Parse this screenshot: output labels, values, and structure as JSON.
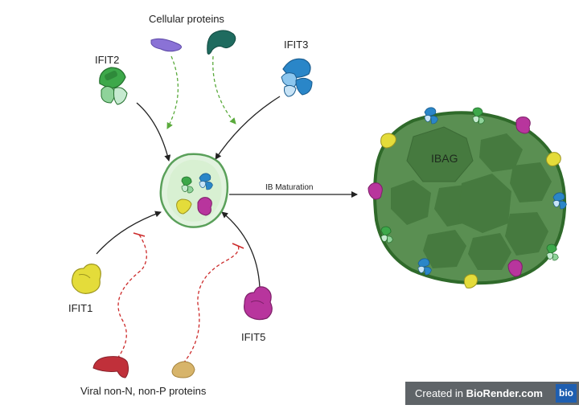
{
  "labels": {
    "cellular_proteins": "Cellular proteins",
    "ifit2": "IFIT2",
    "ifit3": "IFIT3",
    "ifit1": "IFIT1",
    "ifit5": "IFIT5",
    "viral_proteins": "Viral non-N, non-P proteins",
    "ib_maturation": "IB Maturation",
    "ibag": "IBAG"
  },
  "watermark": {
    "prefix": "Created in",
    "brand": "BioRender.com",
    "logo": "bio"
  },
  "colors": {
    "ifit1": "#e4dc3a",
    "ifit2": "#3da84a",
    "ifit3": "#2a86c8",
    "ifit5": "#b8359d",
    "viral_red": "#c0303a",
    "viral_tan": "#d7b46a",
    "cellular_purple": "#8a72d6",
    "cellular_teal": "#1f6b5f",
    "inclusion_body_fill": "#e2f3df",
    "ibag_fill": "#5a8f52",
    "ibag_inner": "#467a3f",
    "green_arrow": "#5aaa3c",
    "red_inhibition": "#cc2a2a"
  },
  "icons": [
    "cellular-protein-purple-icon",
    "cellular-protein-teal-icon",
    "ifit-protein-icon",
    "viral-protein-icon",
    "inclusion-body-icon",
    "ibag-icon"
  ]
}
